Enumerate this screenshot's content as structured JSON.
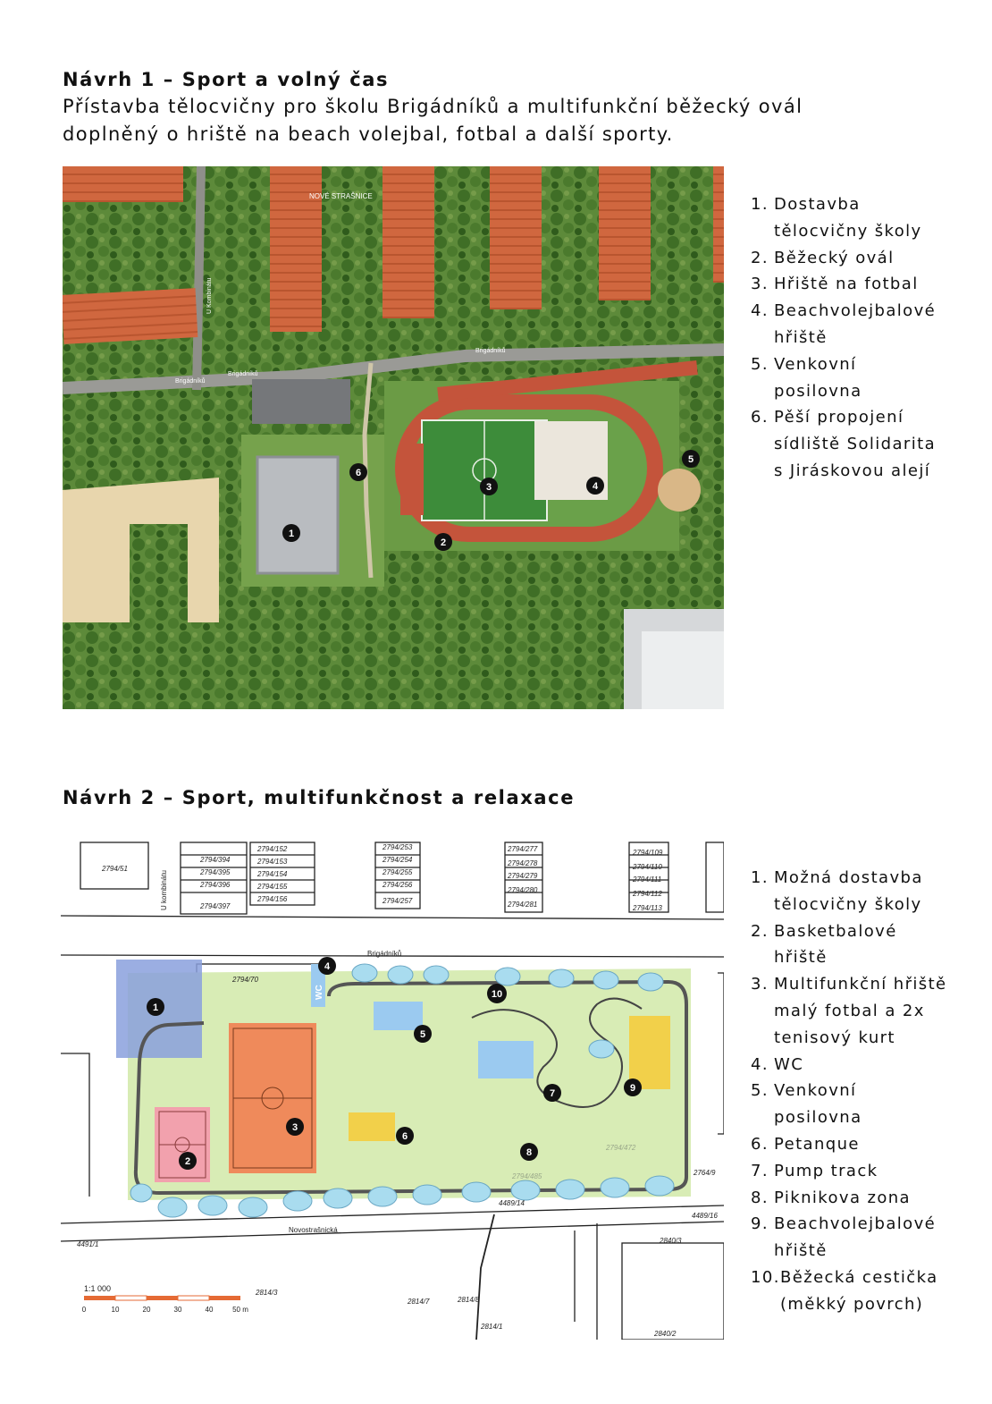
{
  "section1": {
    "title": "Návrh 1 – Sport a volný čas",
    "subtitle_line1": "Přístavba tělocvičny pro školu Brigádníků a multifunkční běžecký ovál",
    "subtitle_line2": "doplněný o hriště na beach volejbal, fotbal a další sporty.",
    "map_labels": {
      "district": "NOVÉ STRAŠNICE",
      "street_brigadniku_1": "Brigádníků",
      "street_brigadniku_2": "Brigádníků",
      "street_brigadniku_3": "Brigádníků",
      "street_u_kombinatu": "U Kombinátu"
    },
    "markers": [
      "1",
      "2",
      "3",
      "4",
      "5",
      "6"
    ],
    "legend": [
      {
        "num": "1.",
        "lines": [
          "Dostavba",
          "tělocvičny školy"
        ]
      },
      {
        "num": "2.",
        "lines": [
          "Běžecký ovál"
        ]
      },
      {
        "num": "3.",
        "lines": [
          "Hřiště na fotbal"
        ]
      },
      {
        "num": "4.",
        "lines": [
          "Beachvolejbalové",
          "hřiště"
        ]
      },
      {
        "num": "5.",
        "lines": [
          "Venkovní",
          "posilovna"
        ]
      },
      {
        "num": "6.",
        "lines": [
          "Pěší propojení",
          "sídliště Solidarita",
          "s Jiráskovou alejí"
        ]
      }
    ]
  },
  "section2": {
    "title": "Návrh 2 – Sport, multifunkčnost a relaxace",
    "plan_labels": {
      "parcel_1": "2794/51",
      "parcel_2": "2794/394",
      "parcel_3": "2794/395",
      "parcel_4": "2794/396",
      "parcel_5": "2794/397",
      "parcel_6": "2794/152",
      "parcel_7": "2794/153",
      "parcel_8": "2794/154",
      "parcel_9": "2794/155",
      "parcel_10": "2794/156",
      "parcel_11": "2794/253",
      "parcel_12": "2794/254",
      "parcel_13": "2794/255",
      "parcel_14": "2794/256",
      "parcel_15": "2794/257",
      "parcel_16": "2794/277",
      "parcel_17": "2794/278",
      "parcel_18": "2794/279",
      "parcel_19": "2794/280",
      "parcel_20": "2794/281",
      "parcel_21": "2794/109",
      "parcel_22": "2794/110",
      "parcel_23": "2794/111",
      "parcel_24": "2794/112",
      "parcel_25": "2794/113",
      "parcel_26": "2794/70",
      "parcel_27": "2764/9",
      "parcel_28": "4489/14",
      "parcel_29": "4489/16",
      "parcel_30": "4491/1",
      "parcel_31": "2840/3",
      "parcel_32": "2814/3",
      "parcel_33": "2814/7",
      "parcel_34": "2814/8",
      "parcel_35": "2814/1",
      "parcel_36": "2840/2",
      "parcel_37": "2794/485",
      "parcel_38": "2794/472",
      "street_brigadniku": "Brigádníků",
      "street_novostrasnicka": "Novostrašnická",
      "street_u_kombinatu": "U kombinátu",
      "wc": "WC",
      "scale_label": "1:1 000",
      "scale_ticks": [
        "0",
        "10",
        "20",
        "30",
        "40",
        "50 m"
      ]
    },
    "markers": [
      "1",
      "2",
      "3",
      "4",
      "5",
      "6",
      "7",
      "8",
      "9",
      "10"
    ],
    "legend": [
      {
        "num": "1.",
        "lines": [
          "Možná dostavba",
          "tělocvičny školy"
        ]
      },
      {
        "num": "2.",
        "lines": [
          "Basketbalové",
          "hřiště"
        ]
      },
      {
        "num": "3.",
        "lines": [
          "Multifunkční hřiště",
          "malý fotbal a 2x",
          "tenisový kurt"
        ]
      },
      {
        "num": "4.",
        "lines": [
          "WC"
        ]
      },
      {
        "num": "5.",
        "lines": [
          "Venkovní",
          "posilovna"
        ]
      },
      {
        "num": "6.",
        "lines": [
          "Petanque"
        ]
      },
      {
        "num": "7.",
        "lines": [
          "Pump track"
        ]
      },
      {
        "num": "8.",
        "lines": [
          "Piknikova zona"
        ]
      },
      {
        "num": "9.",
        "lines": [
          "Beachvolejbalové",
          "hřiště"
        ]
      },
      {
        "num": "10.",
        "lines": [
          "Běžecká cestička",
          "(měkký povrch)"
        ]
      }
    ]
  }
}
